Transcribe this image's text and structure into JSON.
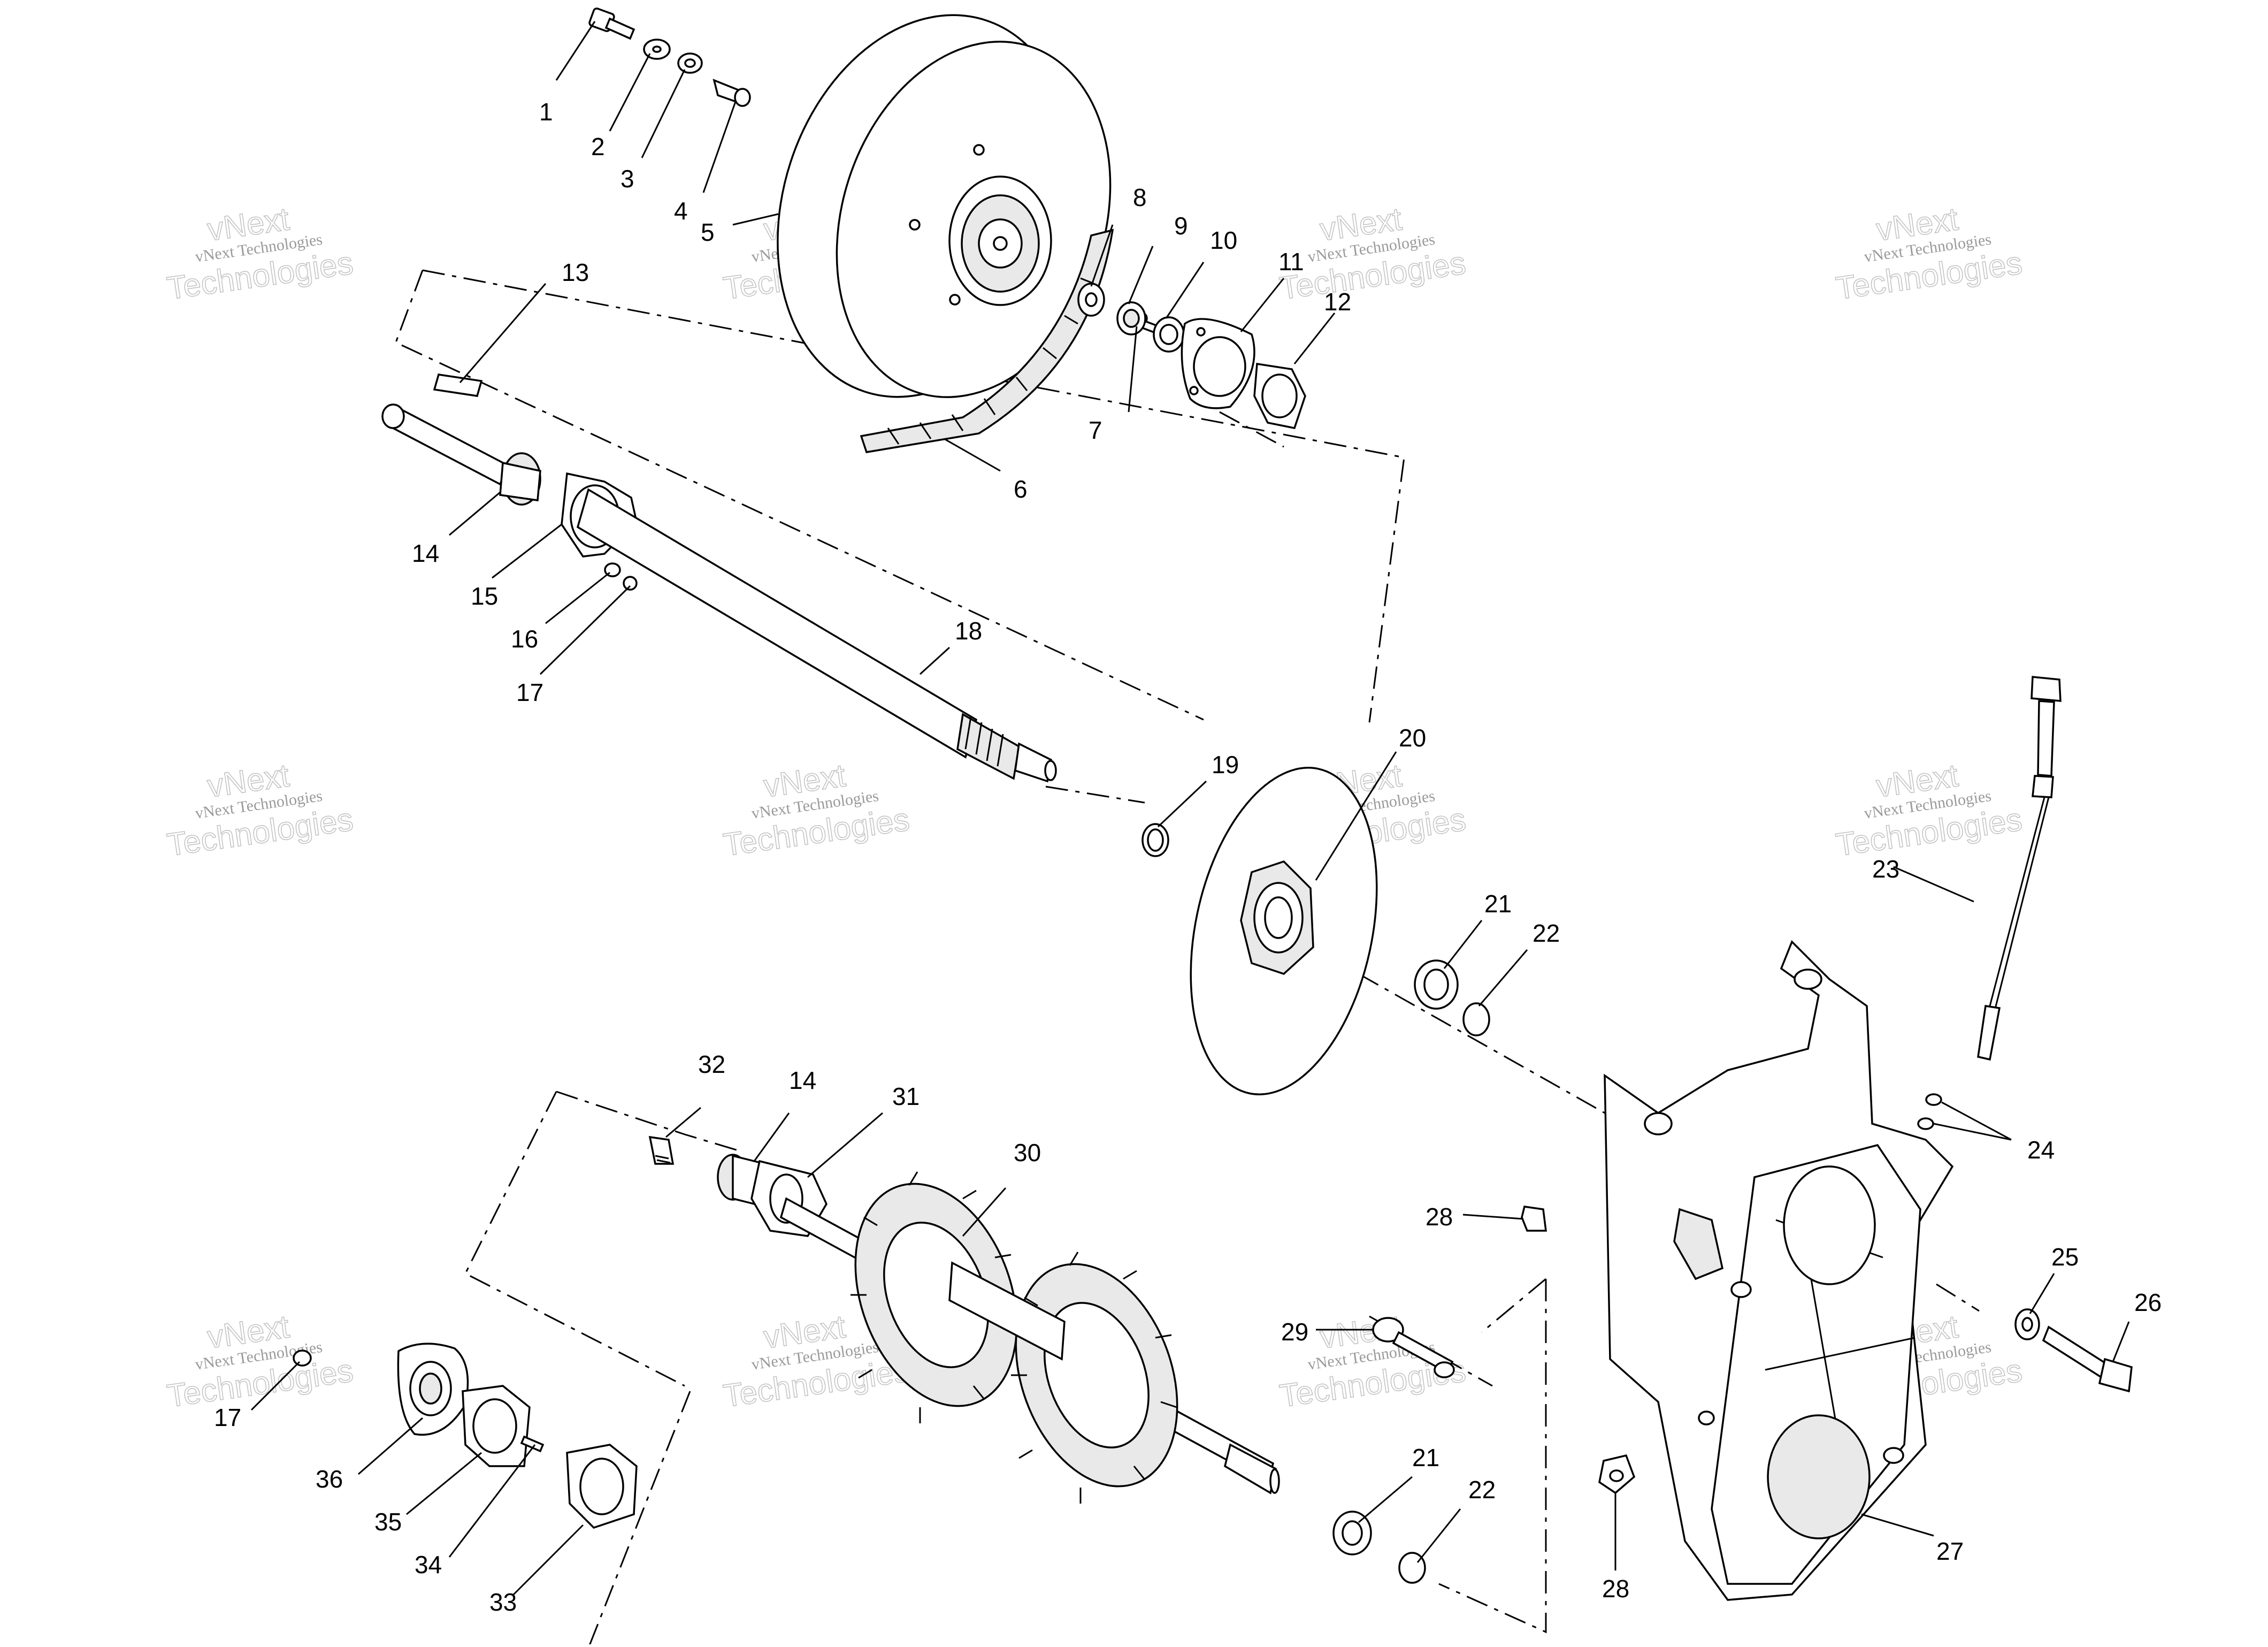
{
  "diagram": {
    "callouts": [
      "1",
      "2",
      "3",
      "4",
      "5",
      "6",
      "7",
      "8",
      "9",
      "10",
      "11",
      "12",
      "13",
      "14",
      "15",
      "16",
      "17",
      "18",
      "19",
      "20",
      "21",
      "22",
      "23",
      "24",
      "25",
      "26",
      "27",
      "28",
      "29",
      "30",
      "31",
      "32",
      "14",
      "17",
      "36",
      "35",
      "34",
      "33",
      "21",
      "22",
      "28"
    ],
    "watermark_line1": "vNext Technologies",
    "watermark_line2": "Technologies",
    "watermark_overlay": "vNext"
  }
}
